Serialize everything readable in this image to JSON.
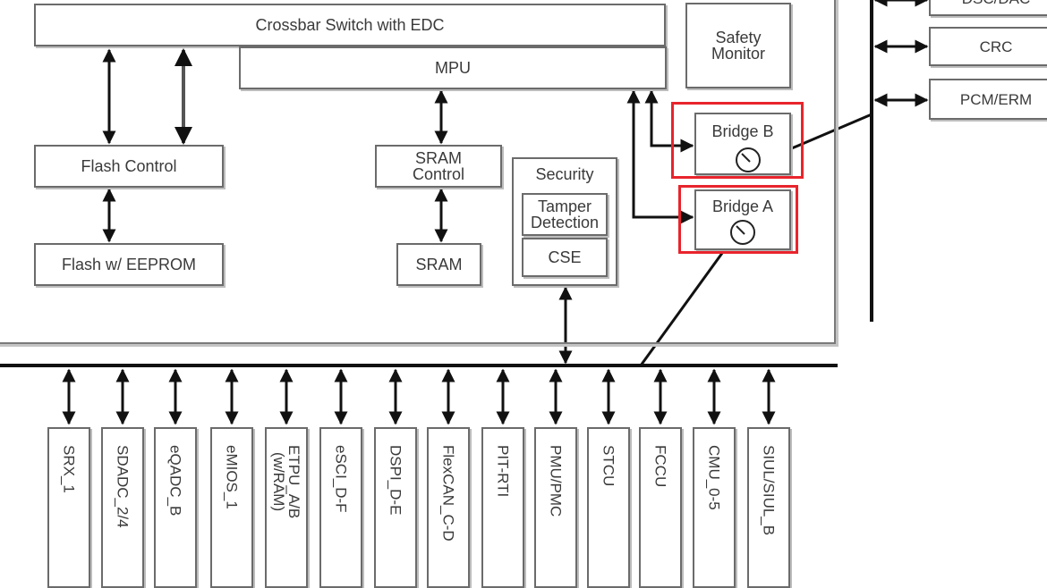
{
  "diagram": {
    "crossbar": "Crossbar Switch with EDC",
    "mpu": "MPU",
    "safety_monitor": "Safety\nMonitor",
    "flash_control": "Flash Control",
    "flash_eeprom": "Flash w/ EEPROM",
    "sram_control": "SRAM\nControl",
    "sram": "SRAM",
    "security": "Security",
    "tamper_detection": "Tamper\nDetection",
    "cse": "CSE",
    "bridge_b": "Bridge B",
    "bridge_a": "Bridge A",
    "right_peripherals": [
      "DSC/DAC",
      "CRC",
      "PCM/ERM"
    ],
    "bottom_peripherals": [
      "SRX_1",
      "SDADC_2/4",
      "eQADC_B",
      "eMIOS_1",
      "ETPU_A/B\n(w/RAM)",
      "eSCI_D-F",
      "DSPI_D-E",
      "FlexCAN_C-D",
      "PIT-RTI",
      "PMU/PMC",
      "STCU",
      "FCCU",
      "CMU_0-5",
      "SIUL/SIUL_B"
    ]
  },
  "colors": {
    "highlight": "#e8242c",
    "line": "#111111",
    "border": "#6b6b6b"
  }
}
